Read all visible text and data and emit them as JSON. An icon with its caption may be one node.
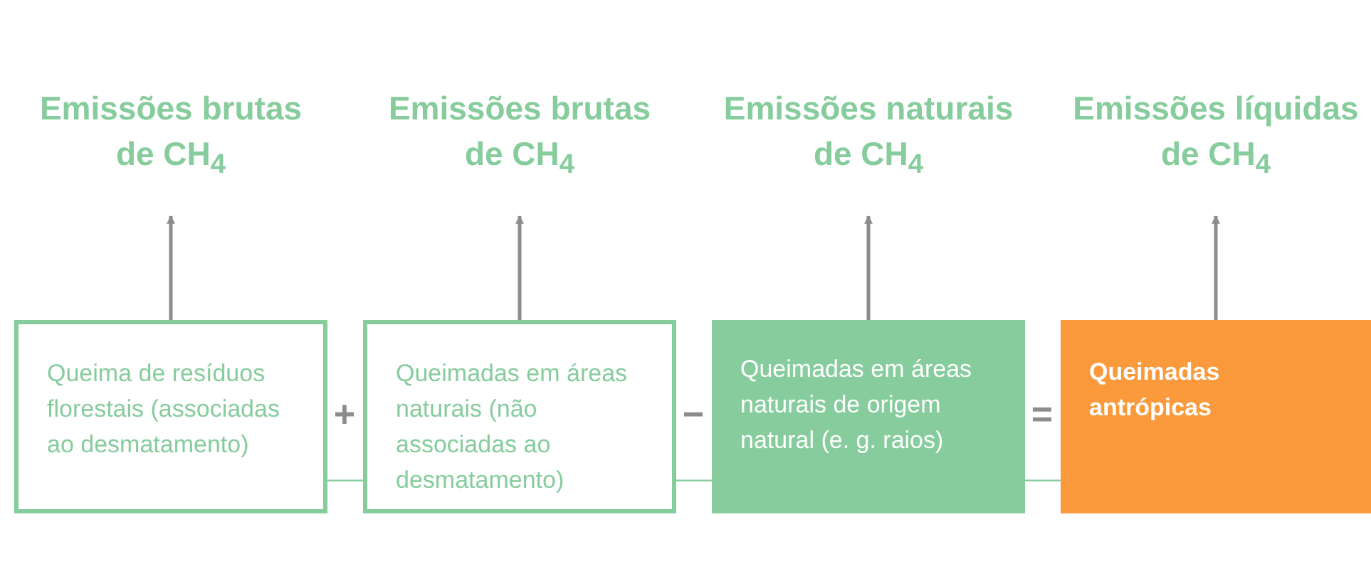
{
  "diagram": {
    "nodes": [
      {
        "text": [
          "Emissões brutas de CH$_{4}$"
        ]
      },
      {
        "text": [
          "Emissões brutas de CH$_{4}$"
        ]
      },
      {
        "text": [
          "Emissões naturais de CH$_{4}$"
        ]
      },
      {
        "text": [
          "Emissões líquidas de CH$_{4}$"
        ]
      },
      {
        "text": [
          "Queima de resíduos florestais (associadas ao desmatamento)"
        ]
      },
      {
        "text": [
          "Queimadas em áreas naturais (não associadas ao desmatamento)"
        ]
      },
      {
        "text": [
          "Queimadas em áreas naturais de origem natural (e. g. raios)"
        ]
      },
      {
        "text": [
          "Queimadas antrópicas"
        ]
      }
    ],
    "edges": [
      {
        "from": 4,
        "to": 0,
        "arrow": "to"
      },
      {
        "from": 5,
        "to": 1,
        "arrow": "to"
      },
      {
        "from": 6,
        "to": 2,
        "arrow": "to"
      },
      {
        "from": 7,
        "to": 3,
        "arrow": "to"
      },
      {
        "from": 4,
        "to": 5,
        "arrow": "none",
        "color": "#88cc9e"
      },
      {
        "from": 5,
        "to": 6,
        "arrow": "none",
        "color": "#88cc9e"
      },
      {
        "from": 6,
        "to": 7,
        "arrow": "none",
        "color": "#88cc9e"
      }
    ],
    "labels": [
      "+",
      "−",
      "="
    ]
  }
}
